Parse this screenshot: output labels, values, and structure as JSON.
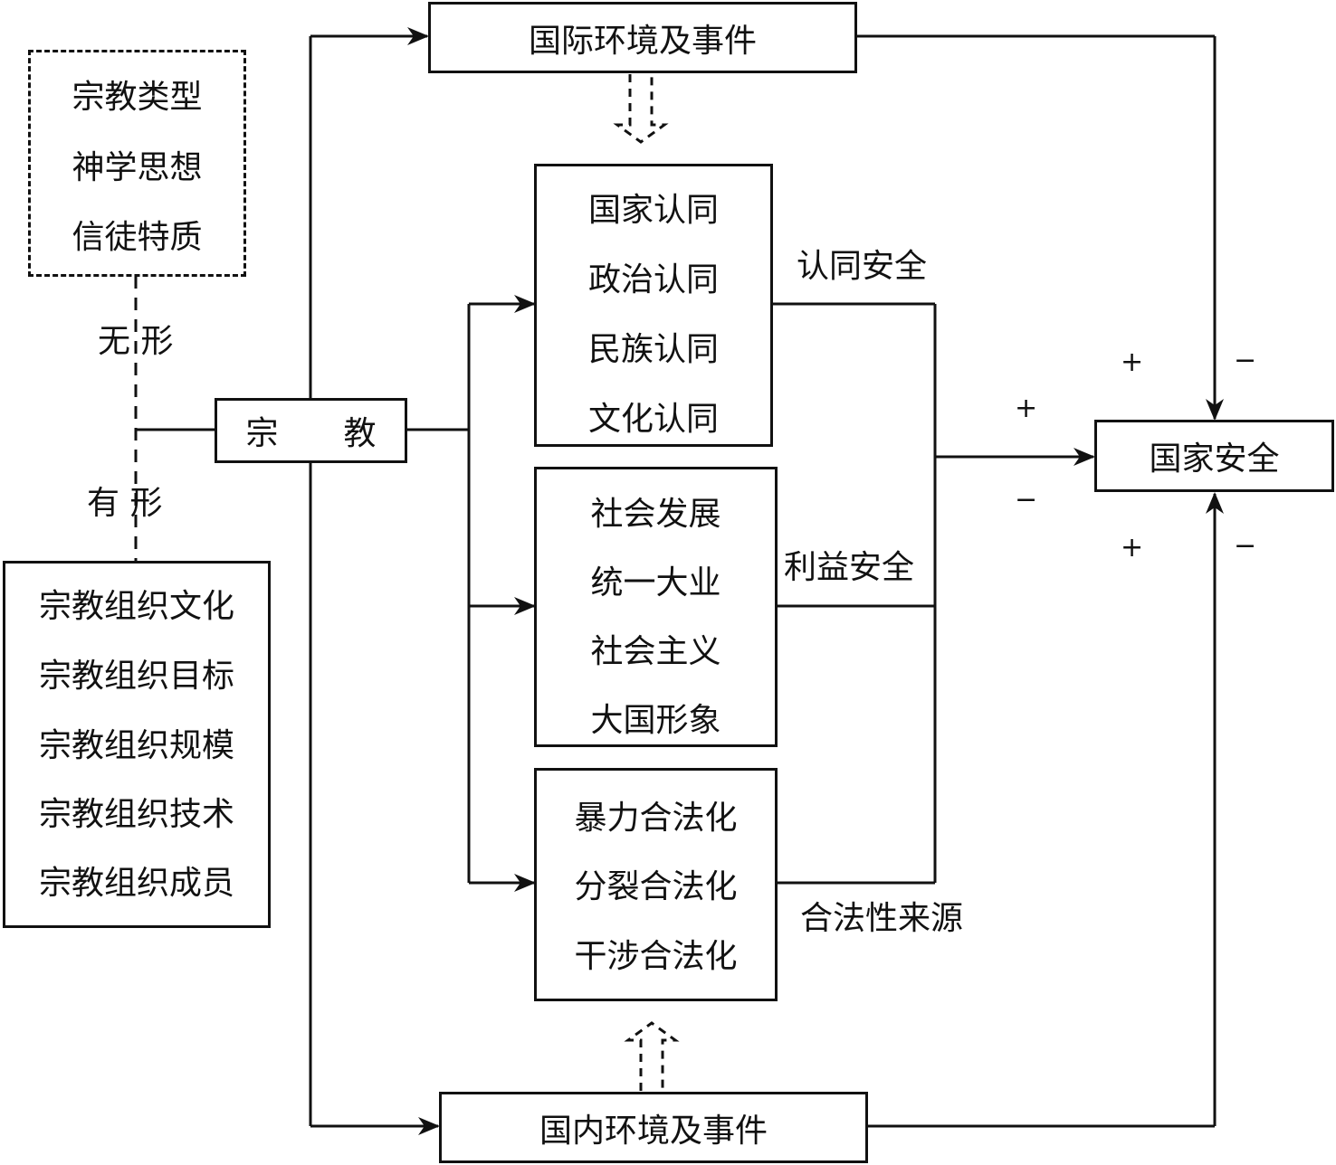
{
  "international": "国际环境及事件",
  "domestic": "国内环境及事件",
  "religion": "宗　　教",
  "intangible_factors": [
    "宗教类型",
    "神学思想",
    "信徒特质"
  ],
  "tangible_factors": [
    "宗教组织文化",
    "宗教组织目标",
    "宗教组织规模",
    "宗教组织技术",
    "宗教组织成员"
  ],
  "intangible_label": "无 形",
  "tangible_label": "有 形",
  "identity_items": [
    "国家认同",
    "政治认同",
    "民族认同",
    "文化认同"
  ],
  "identity_label": "认同安全",
  "interest_items": [
    "社会发展",
    "统一大业",
    "社会主义",
    "大国形象"
  ],
  "interest_label": "利益安全",
  "legitimacy_items": [
    "暴力合法化",
    "分裂合法化",
    "干涉合法化"
  ],
  "legitimacy_label": "合法性来源",
  "national_security": "国家安全",
  "signs": {
    "top_plus": "+",
    "top_minus": "−",
    "mid_plus": "+",
    "mid_minus": "−",
    "bottom_plus": "+",
    "bottom_minus": "−"
  }
}
